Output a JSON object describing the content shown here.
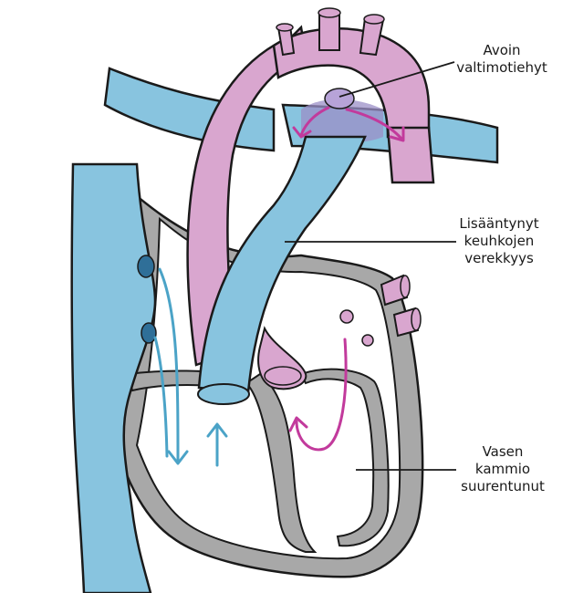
{
  "colors": {
    "blue": "#88c4df",
    "blue_dark": "#5aa0c4",
    "pink": "#d9a6cf",
    "pink_dark": "#b9709e",
    "wall": "#a8a8a8",
    "outline": "#1a1a1a",
    "arrow_blue": "#4ba3c7",
    "arrow_magenta": "#c23a9c",
    "valve_blue": "#2f6f98"
  },
  "labels": {
    "ductus": {
      "line1": "Avoin",
      "line2": "valtimotiehyt"
    },
    "pulmonary_flow": {
      "line1": "Lisääntynyt",
      "line2": "keuhkojen",
      "line3": "verekkyys"
    },
    "left_ventricle": {
      "line1": "Vasen",
      "line2": "kammio",
      "line3": "suurentunut"
    }
  },
  "icons": {
    "flow_arrows": "curved-arrow-icon",
    "valves": "valve-dot-icon"
  }
}
